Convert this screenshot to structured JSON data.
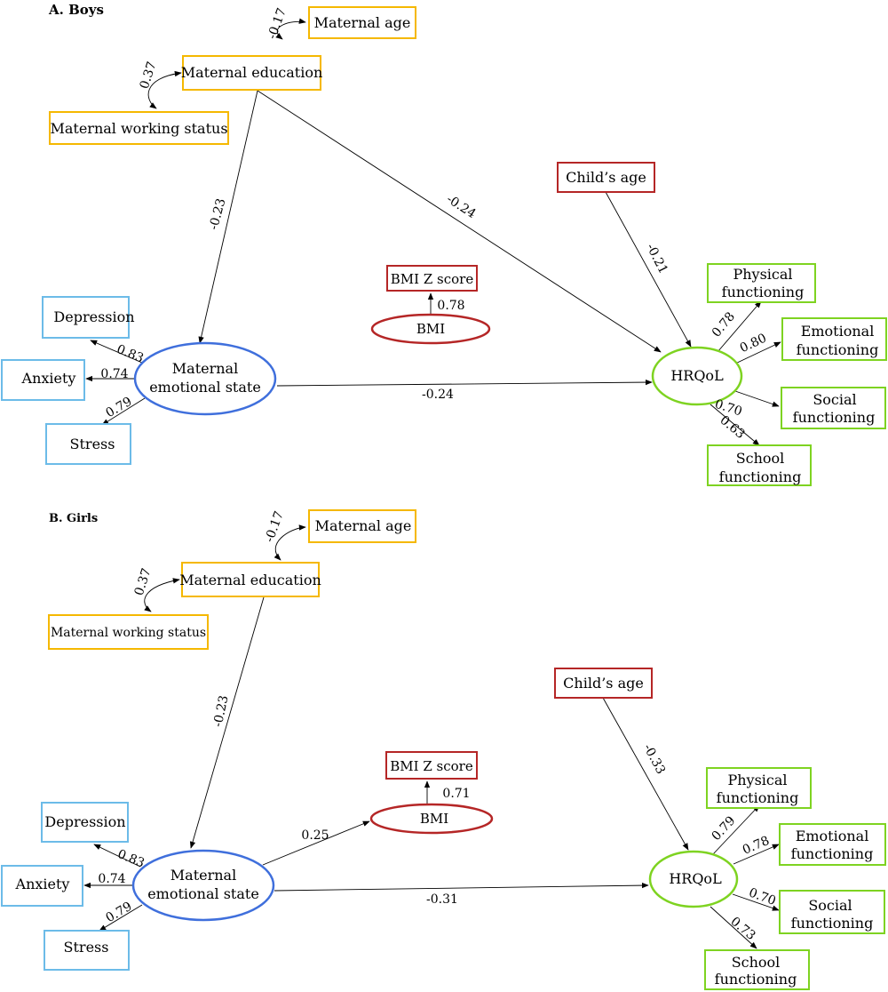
{
  "panels": [
    {
      "title": "A. Boys",
      "nodes": {
        "maternal_age": "Maternal age",
        "maternal_education": "Maternal education",
        "maternal_working_status": "Maternal working status",
        "childs_age": "Child’s age",
        "bmi_z": "BMI Z score",
        "bmi": "BMI",
        "depression": "Depression",
        "anxiety": "Anxiety",
        "stress": "Stress",
        "mes_line1": "Maternal",
        "mes_line2": "emotional state",
        "hrqol": "HRQoL",
        "physical_1": "Physical",
        "physical_2": "functioning",
        "emotional_1": "Emotional",
        "emotional_2": "functioning",
        "social_1": "Social",
        "social_2": "functioning",
        "school_1": "School",
        "school_2": "functioning"
      },
      "coefficients": {
        "edu_age": "-0.17",
        "edu_work": "0.37",
        "edu_mes": "-0.23",
        "edu_hrqol": "-0.24",
        "child_hrqol": "-0.21",
        "bmi_bmiz": "0.78",
        "mes_dep": "0.83",
        "mes_anx": "0.74",
        "mes_str": "0.79",
        "mes_hrqol": "-0.24",
        "hrqol_phys": "0.78",
        "hrqol_emo": "0.80",
        "hrqol_soc": "0.70",
        "hrqol_sch": "0.63"
      }
    },
    {
      "title": "B. Girls",
      "nodes": {
        "maternal_age": "Maternal age",
        "maternal_education": "Maternal education",
        "maternal_working_status": "Maternal working status",
        "childs_age": "Child’s age",
        "bmi_z": "BMI Z score",
        "bmi": "BMI",
        "depression": "Depression",
        "anxiety": "Anxiety",
        "stress": "Stress",
        "mes_line1": "Maternal",
        "mes_line2": "emotional state",
        "hrqol": "HRQoL",
        "physical_1": "Physical",
        "physical_2": "functioning",
        "emotional_1": "Emotional",
        "emotional_2": "functioning",
        "social_1": "Social",
        "social_2": "functioning",
        "school_1": "School",
        "school_2": "functioning"
      },
      "coefficients": {
        "edu_age": "-0.17",
        "edu_work": "0.37",
        "edu_mes": "-0.23",
        "child_hrqol": "-0.33",
        "mes_bmi": "0.25",
        "bmi_bmiz": "0.71",
        "mes_dep": "0.83",
        "mes_anx": "0.74",
        "mes_str": "0.79",
        "mes_hrqol": "-0.31",
        "hrqol_phys": "0.79",
        "hrqol_emo": "0.78",
        "hrqol_soc": "0.70",
        "hrqol_sch": "0.73"
      }
    }
  ],
  "colors": {
    "maternal_factors": "#f5b800",
    "indicators_mes": "#6cbbe8",
    "child_bmi": "#b52626",
    "hrqol": "#7ed321",
    "mes_ellipse": "#3f6fdc"
  }
}
